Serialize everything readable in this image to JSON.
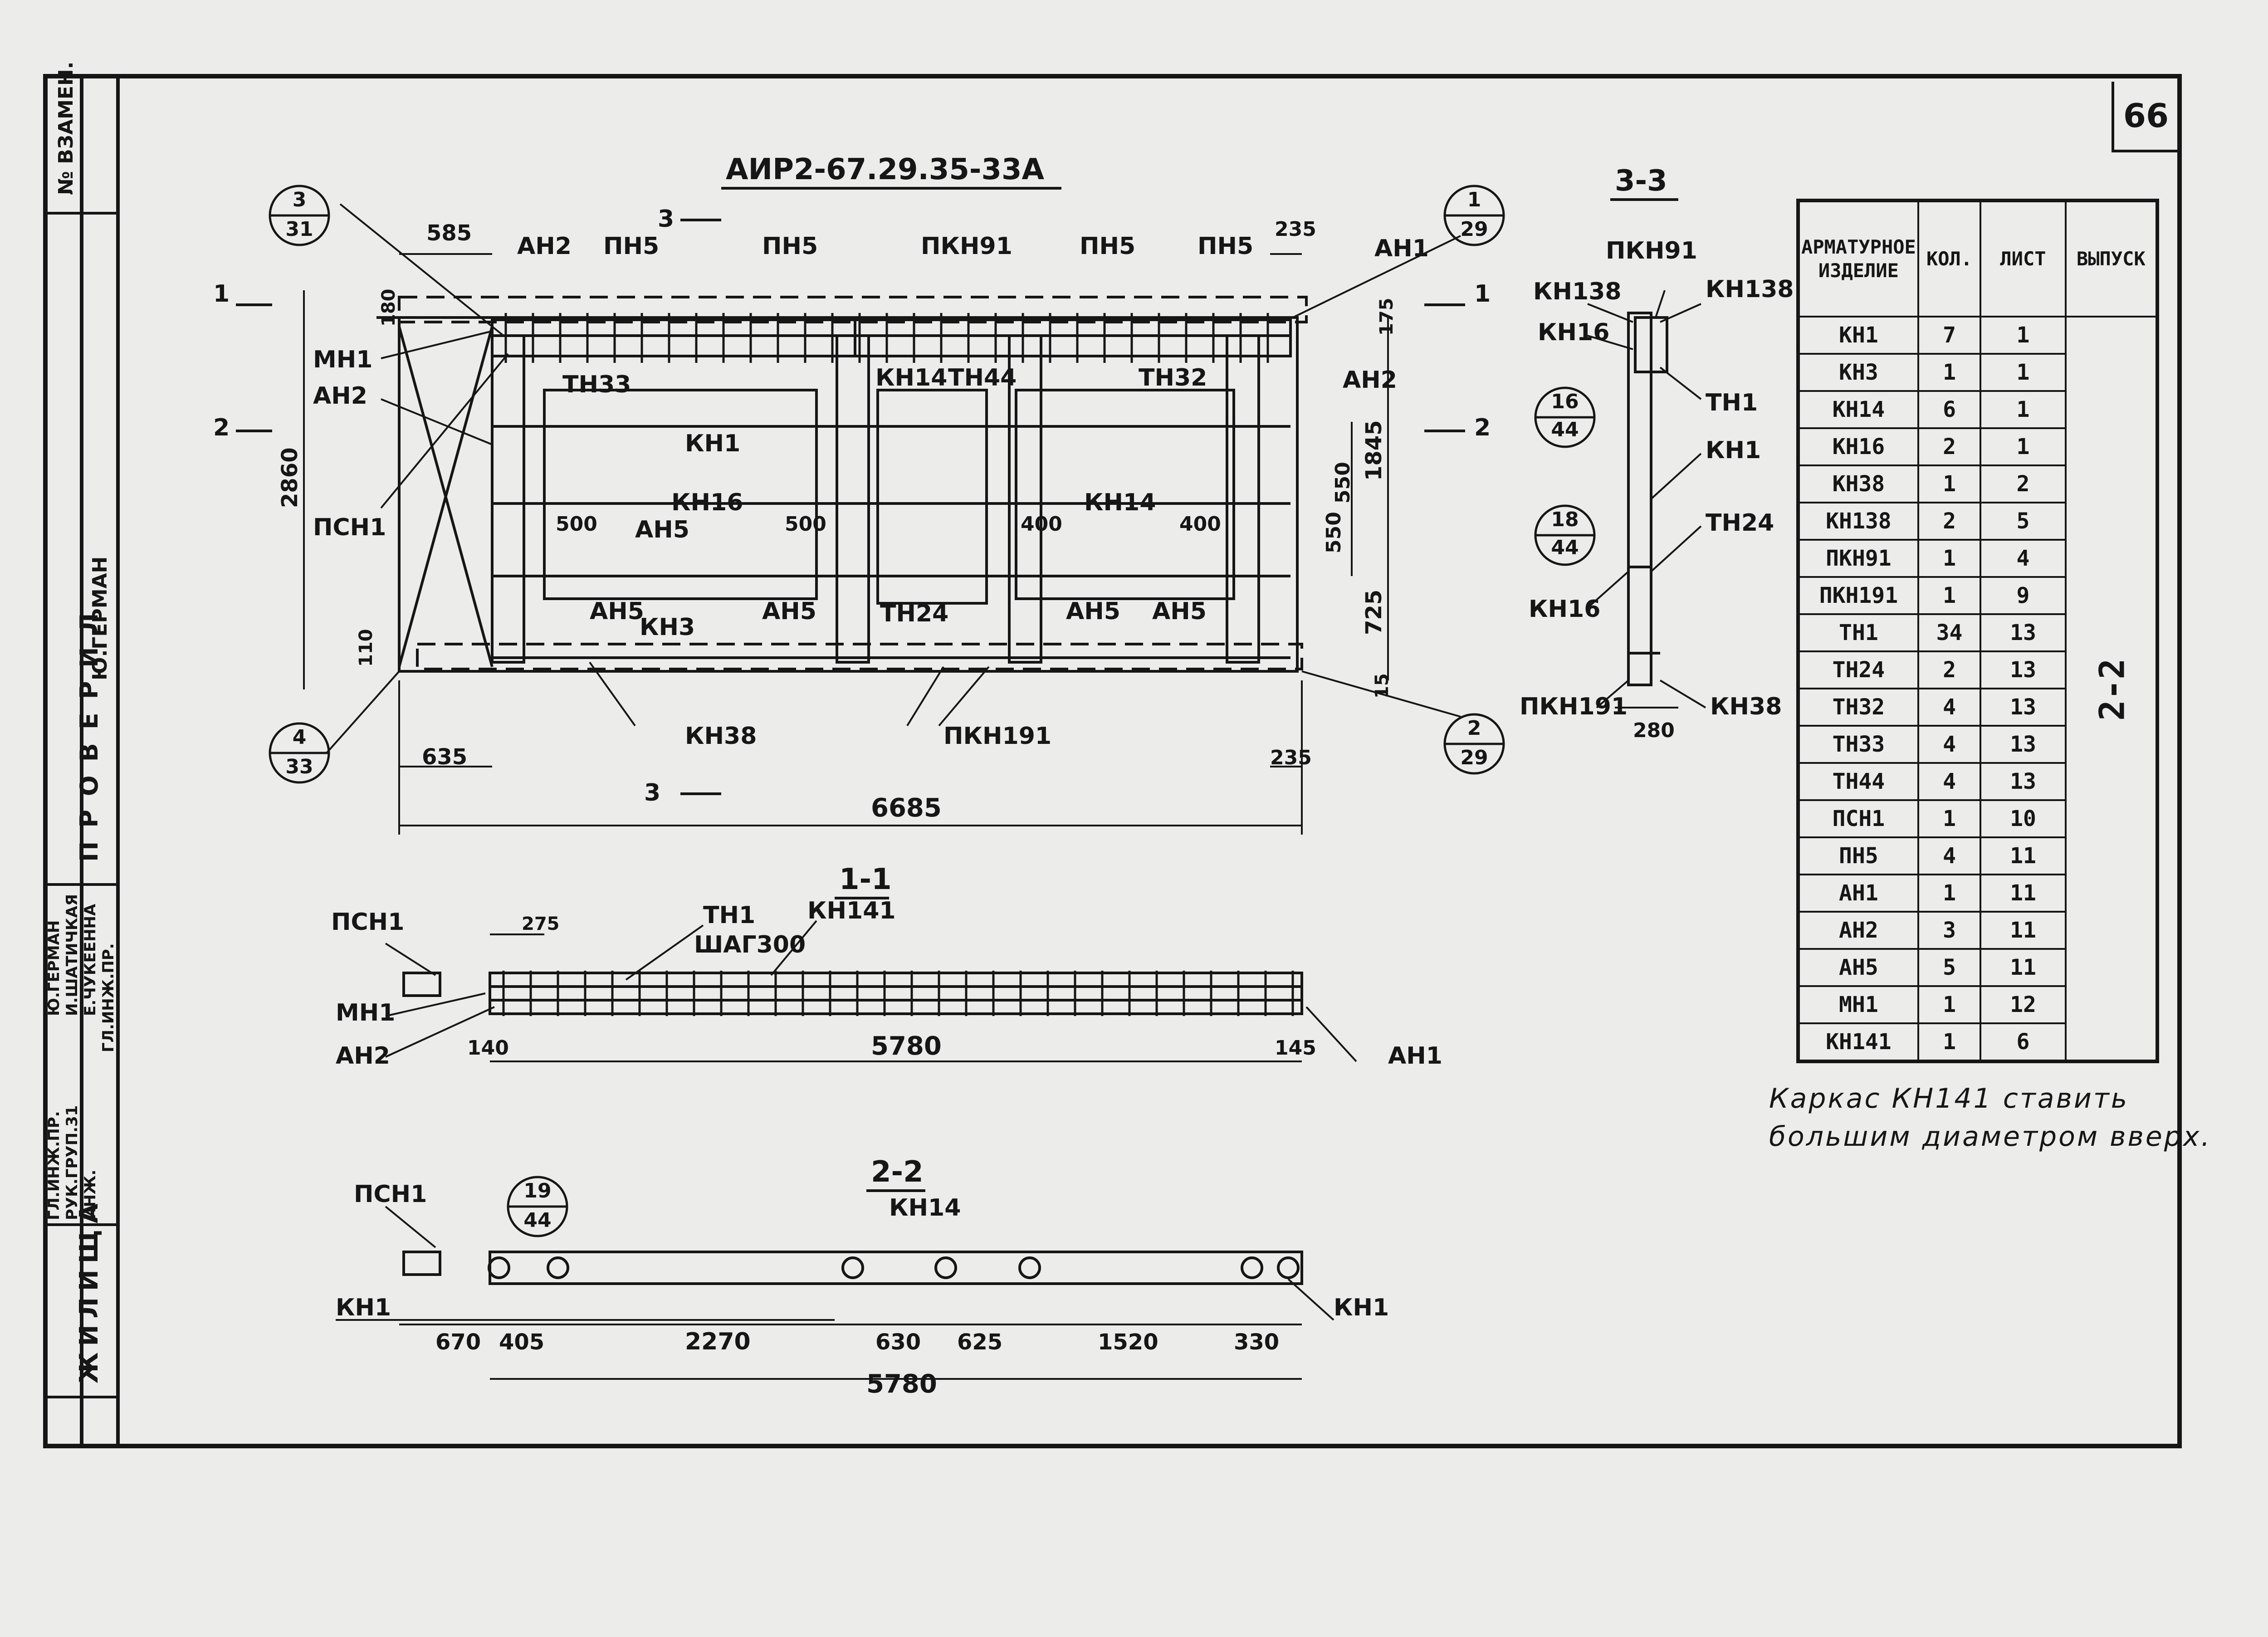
{
  "sheet_number": "66",
  "drawing_title": "АИР2-67.29.35-33А",
  "title_block": {
    "replaces": "№ ВЗАМЕН.",
    "check_label": "ПРОВЕРИЛ",
    "check_name": "Ю.ГЕРМАН",
    "project_word": "ЖИЛИЩА",
    "roles": [
      "ГЛ.ИНЖ.ПР.",
      "РУК.ГРУП.31",
      "ИНЖ.",
      "ГЛ.ИНЖ.ПР."
    ],
    "names": [
      "Ю.ГЕРМАН",
      "И.ШАТИЧКАЯ",
      "Е.ЧУКЕЕННА"
    ]
  },
  "elevation": {
    "section_marks": [
      "1",
      "1",
      "2",
      "2",
      "3",
      "3"
    ],
    "callouts": [
      {
        "top": "3",
        "bottom": "31"
      },
      {
        "top": "1",
        "bottom": "29"
      },
      {
        "top": "4",
        "bottom": "33"
      },
      {
        "top": "2",
        "bottom": "29"
      }
    ],
    "labels": [
      "АН2",
      "ПН5",
      "ПН5",
      "ПКН91",
      "ПН5",
      "ПН5",
      "АН1",
      "МН1",
      "АН2",
      "ПСН1",
      "ТН33",
      "КН14",
      "ТН44",
      "ТН32",
      "АН2",
      "КН1",
      "КН16",
      "АН5",
      "КН14",
      "АН5",
      "КН3",
      "АН5",
      "ТН24",
      "АН5",
      "АН5",
      "КН38",
      "ПКН191"
    ],
    "dims": [
      "585",
      "235",
      "180",
      "175",
      "2860",
      "1845",
      "550",
      "550",
      "725",
      "110",
      "15",
      "500",
      "500",
      "400",
      "400",
      "635",
      "235",
      "6685"
    ]
  },
  "section_3_3": {
    "title": "3-3",
    "labels": [
      "ПКН91",
      "КН138",
      "КН138",
      "КН16",
      "ТН1",
      "КН1",
      "ТН24",
      "КН16",
      "ПКН191",
      "КН38"
    ],
    "callouts": [
      {
        "top": "16",
        "bottom": "44"
      },
      {
        "top": "18",
        "bottom": "44"
      }
    ],
    "dim": "280"
  },
  "section_1_1": {
    "title": "1-1",
    "labels": [
      "ПСН1",
      "ТН1",
      "ШАГ300",
      "КН141",
      "МН1",
      "АН2",
      "АН1"
    ],
    "dims": [
      "275",
      "140",
      "5780",
      "145"
    ]
  },
  "section_2_2": {
    "title": "2-2",
    "labels": [
      "ПСН1",
      "КН14",
      "КН1",
      "КН1"
    ],
    "callout": {
      "top": "19",
      "bottom": "44"
    },
    "dims": [
      "670",
      "405",
      "2270",
      "630",
      "625",
      "1520",
      "330",
      "5780"
    ]
  },
  "spec_table": {
    "headers": [
      "АРМАТУРНОЕ ИЗДЕЛИЕ",
      "КОЛ.",
      "ЛИСТ",
      "ВЫПУСК"
    ],
    "rows": [
      [
        "КН1",
        "7",
        "1"
      ],
      [
        "КН3",
        "1",
        "1"
      ],
      [
        "КН14",
        "6",
        "1"
      ],
      [
        "КН16",
        "2",
        "1"
      ],
      [
        "КН38",
        "1",
        "2"
      ],
      [
        "КН138",
        "2",
        "5"
      ],
      [
        "ПКН91",
        "1",
        "4"
      ],
      [
        "ПКН191",
        "1",
        "9"
      ],
      [
        "ТН1",
        "34",
        "13"
      ],
      [
        "ТН24",
        "2",
        "13"
      ],
      [
        "ТН32",
        "4",
        "13"
      ],
      [
        "ТН33",
        "4",
        "13"
      ],
      [
        "ТН44",
        "4",
        "13"
      ],
      [
        "ПСН1",
        "1",
        "10"
      ],
      [
        "ПН5",
        "4",
        "11"
      ],
      [
        "АН1",
        "1",
        "11"
      ],
      [
        "АН2",
        "3",
        "11"
      ],
      [
        "АН5",
        "5",
        "11"
      ],
      [
        "МН1",
        "1",
        "12"
      ],
      [
        "КН141",
        "1",
        "6"
      ]
    ],
    "release": "2-2"
  },
  "note": [
    "Каркас КН141 ставить",
    "большим диаметром вверх."
  ]
}
